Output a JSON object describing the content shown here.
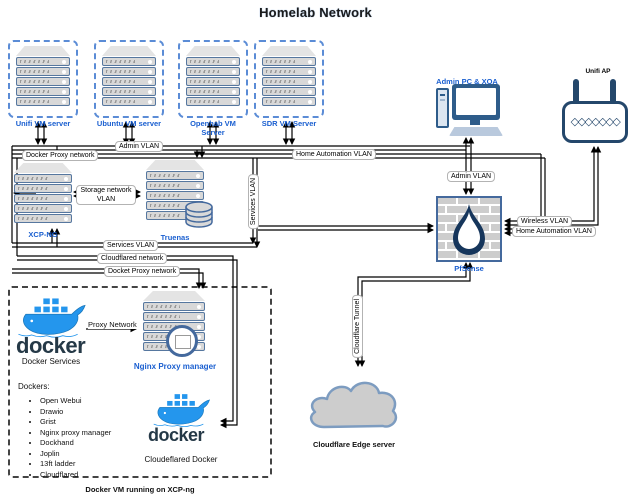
{
  "title": "Homelab Network",
  "vm_servers": [
    {
      "label": "Unifi VM server"
    },
    {
      "label": "Ubuntu VM server"
    },
    {
      "label": "Openhab VM Server"
    },
    {
      "label": "SDR VM Server"
    }
  ],
  "nodes": {
    "admin_pc": {
      "label": "Admin PC & XOA"
    },
    "unifi_ap": {
      "label": "Unifi AP"
    },
    "xcpng": {
      "label": "XCP-NG"
    },
    "truenas": {
      "label": "Truenas"
    },
    "pfsense": {
      "label": "PfSense"
    },
    "cloud": {
      "label": "Cloudflare Edge server"
    },
    "npm": {
      "label": "Nginx Proxy manager"
    }
  },
  "edge_labels": {
    "admin_vlan": "Admin VLAN",
    "home_automation_vlan": "Home Automation VLAN",
    "docker_proxy_network": "Docker Proxy network",
    "storage_network_vlan": "Storage network VLAN",
    "services_vlan": "Services VLAN",
    "wireless_vlan": "Wireless VLAN",
    "cloudflared_network": "Cloudflared network",
    "docket_proxy_network": "Docket Proxy network",
    "cloudflare_tunnel": "Cloudflare Tunnel",
    "proxy_network": "Proxy Network"
  },
  "docker_box": {
    "wordmark": "docker",
    "services_caption": "Docker Services",
    "dockers_heading": "Dockers:",
    "items": [
      "Open Webui",
      "Drawio",
      "Grist",
      "Nginx proxy manager",
      "Dockhand",
      "Joplin",
      "13ft ladder",
      "Cloudflared"
    ],
    "cloudflared_caption": "Cloudeflared Docker",
    "footer": "Docker VM running on XCP-ng"
  },
  "icons": {
    "ap_leds": "◇◇◇◇◇◇◇"
  },
  "colors": {
    "node_label_blue": "#1a5fd0",
    "docker_blue": "#2496ed",
    "selection_dash_blue": "#5b8cd6",
    "line_black": "#000000",
    "firewall_border": "#44699d"
  }
}
